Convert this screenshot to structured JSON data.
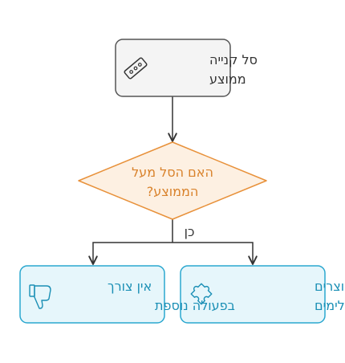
{
  "nodes": {
    "start": {
      "lines": [
        "סל קנייה",
        "ממוצע"
      ],
      "icon": "ticket-icon",
      "fill": "#f4f4f4",
      "stroke": "#555555",
      "text_color": "#333333"
    },
    "decision": {
      "lines": [
        "האם הסל מעל",
        "?הממוצע"
      ],
      "fill": "#fdf0e2",
      "stroke": "#e8913a",
      "text_color": "#d9822b"
    },
    "suggest": {
      "lines": [
        "הצעת מוצרים",
        "משלימים"
      ],
      "icon": "puzzle-icon",
      "fill": "#e6f6fb",
      "stroke": "#2aa7cf",
      "text_color": "#1a8fb5"
    },
    "no_action": {
      "lines": [
        "אין צורך",
        "בפעולה נוספת"
      ],
      "icon": "thumbs-down-icon",
      "fill": "#e6f6fb",
      "stroke": "#2aa7cf",
      "text_color": "#1a8fb5"
    }
  },
  "edges": {
    "yes_label": "כן"
  },
  "colors": {
    "edge": "#333333"
  }
}
